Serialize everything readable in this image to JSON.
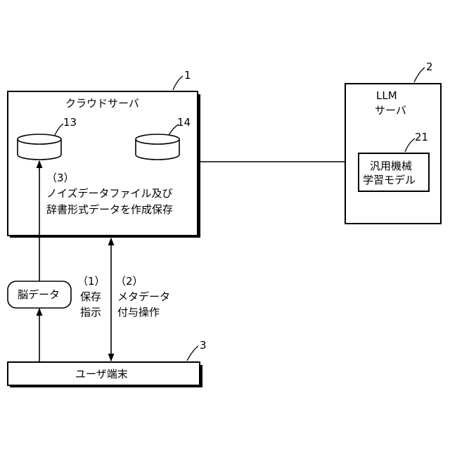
{
  "cloud_server": {
    "ref": "1",
    "title": "クラウドサーバ"
  },
  "storage_13": {
    "ref": "13"
  },
  "storage_14": {
    "ref": "14"
  },
  "llm_server": {
    "ref": "2",
    "title_line1": "LLM",
    "title_line2": "サーバ"
  },
  "model": {
    "ref": "21",
    "line1": "汎用機械",
    "line2": "学習モデル"
  },
  "step3": {
    "line1": "（3）",
    "line2": "ノイズデータファイル及び",
    "line3": "辞書形式データを作成保存"
  },
  "brain_data": {
    "label": "脳データ"
  },
  "step1": {
    "line1": "（1）",
    "line2": "保存",
    "line3": "指示"
  },
  "step2": {
    "line1": "（2）",
    "line2": "メタデータ",
    "line3": "付与操作"
  },
  "user_terminal": {
    "ref": "3",
    "label": "ユーザ端末"
  }
}
